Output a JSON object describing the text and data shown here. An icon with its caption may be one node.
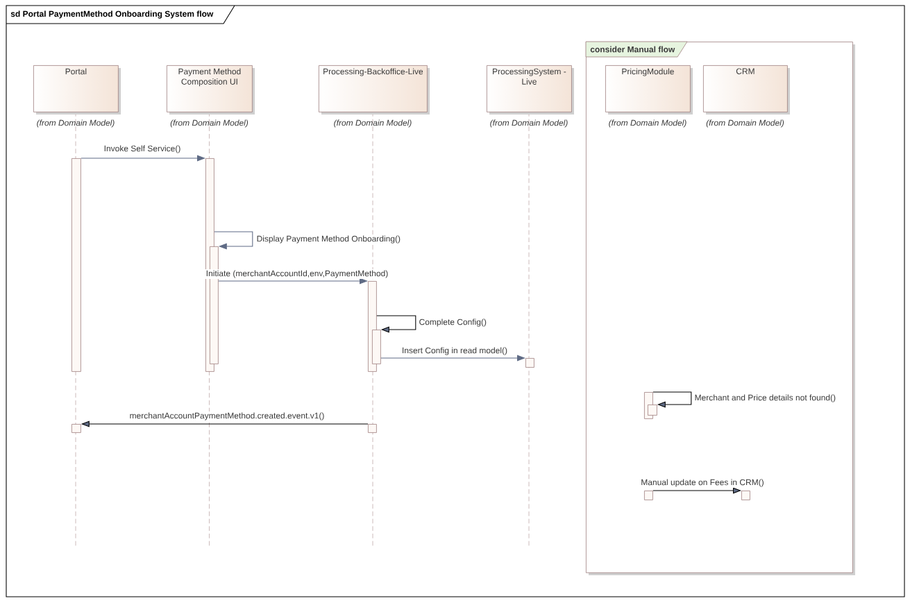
{
  "diagram": {
    "title": "sd Portal PaymentMethod Onboarding System flow",
    "nodes": [
      {
        "text": [
          "consider Manual flow"
        ]
      },
      {
        "text": [
          "Portal"
        ],
        "beside": [
          "(from Domain Model)"
        ]
      },
      {
        "text": [
          "Payment Method Composition UI"
        ],
        "beside": [
          "(from Domain Model)"
        ]
      },
      {
        "text": [
          "Processing-Backoffice-Live"
        ],
        "beside": [
          "(from Domain Model)"
        ]
      },
      {
        "text": [
          "ProcessingSystem - Live"
        ],
        "beside": [
          "(from Domain Model)"
        ]
      },
      {
        "text": [
          "PricingModule"
        ],
        "beside": [
          "(from Domain Model)"
        ],
        "in": 0
      },
      {
        "text": [
          "CRM"
        ],
        "beside": [
          "(from Domain Model)"
        ],
        "in": 0
      },
      {
        "text": [],
        "shape": "bar"
      },
      {
        "text": [],
        "shape": "bar"
      },
      {
        "text": [],
        "shape": "bar"
      },
      {
        "text": [],
        "shape": "bar"
      },
      {
        "text": [],
        "shape": "bar"
      },
      {
        "text": [],
        "shape": "bar"
      },
      {
        "text": [],
        "shape": "bar"
      },
      {
        "text": [],
        "shape": "bar"
      },
      {
        "text": [],
        "shape": "bar",
        "in": 0
      },
      {
        "text": [],
        "shape": "bar",
        "in": 0
      },
      {
        "text": [],
        "shape": "bar",
        "in": 0
      },
      {
        "text": [],
        "shape": "bar",
        "in": 0
      }
    ],
    "edges": [
      {
        "from": 7,
        "to": 8,
        "arrow": "to",
        "label": "Invoke Self Service()",
        "color": "#5f6b85"
      },
      {
        "from": 8,
        "to": 9,
        "arrow": "to",
        "label": "Display Payment Method Onboarding()",
        "color": "#5f6b85"
      },
      {
        "from": 9,
        "to": 10,
        "arrow": "to",
        "label": "Initiate (merchantAccountId,env,PaymentMethod)",
        "color": "#5f6b85"
      },
      {
        "from": 10,
        "to": 11,
        "arrow": "to",
        "label": "Complete Config()",
        "color": "#000000"
      },
      {
        "from": 11,
        "to": 12,
        "arrow": "to",
        "label": "Insert Config in read model()",
        "color": "#5f6b85"
      },
      {
        "from": 14,
        "to": 13,
        "arrow": "to",
        "label": "merchantAccountPaymentMethod.created.event.v1()",
        "color": "#000000"
      },
      {
        "from": 15,
        "to": 16,
        "arrow": "to",
        "label": "Merchant and Price details not found()",
        "color": "#000000"
      },
      {
        "from": 17,
        "to": 18,
        "arrow": "to",
        "label": "Manual update on Fees in CRM()",
        "color": "#000000"
      }
    ]
  }
}
